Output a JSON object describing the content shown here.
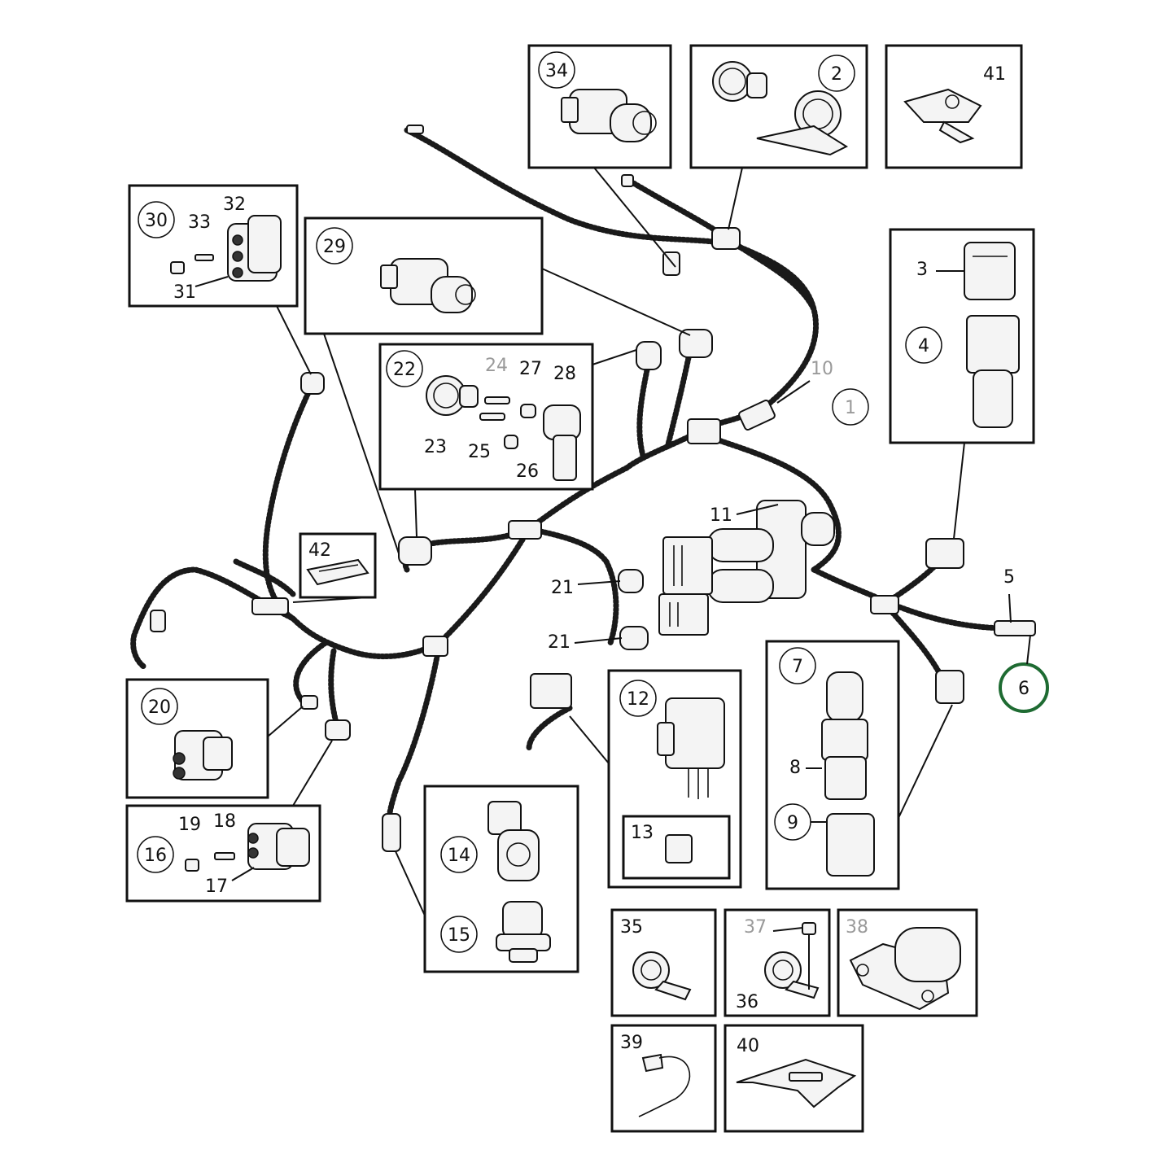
{
  "labels": {
    "l1": "1",
    "l2": "2",
    "l3": "3",
    "l4": "4",
    "l5": "5",
    "l6": "6",
    "l7": "7",
    "l8": "8",
    "l9": "9",
    "l10": "10",
    "l11": "11",
    "l12": "12",
    "l13": "13",
    "l14": "14",
    "l15": "15",
    "l16": "16",
    "l17": "17",
    "l18": "18",
    "l19": "19",
    "l20": "20",
    "l21a": "21",
    "l21b": "21",
    "l22": "22",
    "l23": "23",
    "l24": "24",
    "l25": "25",
    "l26": "26",
    "l27": "27",
    "l28": "28",
    "l29": "29",
    "l30": "30",
    "l31": "31",
    "l32": "32",
    "l33": "33",
    "l34": "34",
    "l35": "35",
    "l36": "36",
    "l37": "37",
    "l38": "38",
    "l39": "39",
    "l40": "40",
    "l41": "41",
    "l42": "42"
  },
  "highlight": {
    "label": "6",
    "color": "#1e6b32"
  }
}
